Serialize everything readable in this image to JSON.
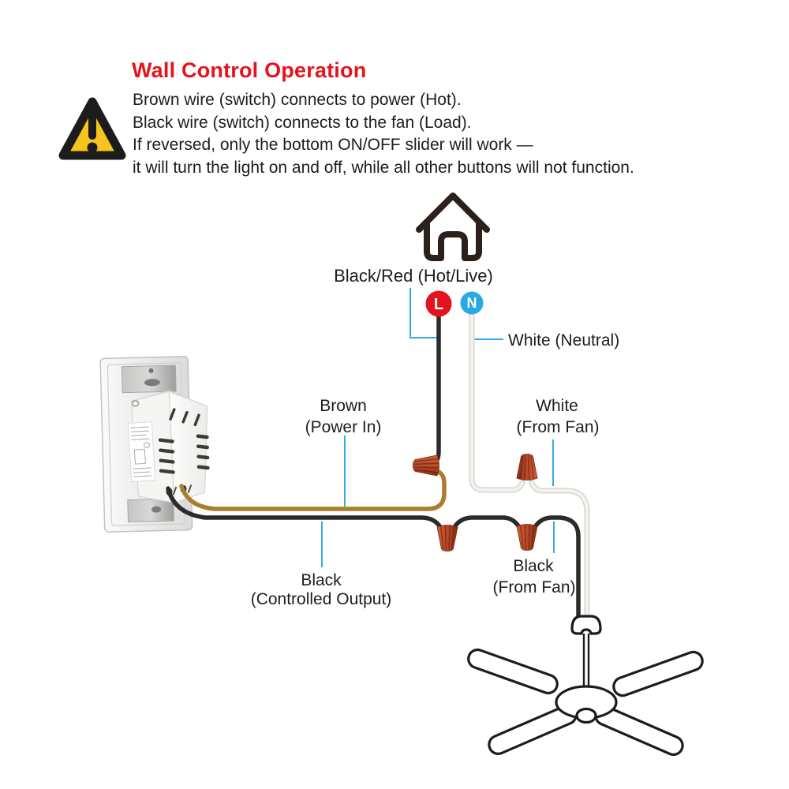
{
  "header": {
    "title": "Wall Control Operation",
    "lines": [
      "Brown wire (switch) connects to power (Hot).",
      "Black wire (switch) connects to the fan (Load).",
      "If reversed, only the bottom ON/OFF slider will work —",
      "it will turn the light on and off, while all other buttons will not function."
    ]
  },
  "diagram": {
    "badge_live": "L",
    "badge_neutral": "N",
    "label_hot_live": "Black/Red (Hot/Live)",
    "label_neutral": "White (Neutral)",
    "label_power_in_line1": "Brown",
    "label_power_in_line2": "(Power In)",
    "label_white_from_fan_line1": "White",
    "label_white_from_fan_line2": "(From Fan)",
    "label_black_from_fan_line1": "Black",
    "label_black_from_fan_line2": "(From Fan)",
    "label_controlled_output_line1": "Black",
    "label_controlled_output_line2": "(Controlled Output)"
  },
  "icons": {
    "warning": "warning-triangle-icon",
    "house": "house-icon",
    "fan": "ceiling-fan-icon",
    "wire_nut": "wire-nut-icon",
    "wall_control": "wall-control-device"
  },
  "colors": {
    "title_red": "#e7131c",
    "badge_live_red": "#e3141e",
    "badge_neutral_blue": "#29a9e1",
    "leader_blue": "#35ade4",
    "wire_black": "#2b2b2b",
    "wire_brown": "#a87e2e",
    "wire_white": "#f4f2ee",
    "wire_nut_orange": "#b5492a",
    "warning_yellow": "#f6c51d",
    "outline_dark": "#2a201c"
  }
}
